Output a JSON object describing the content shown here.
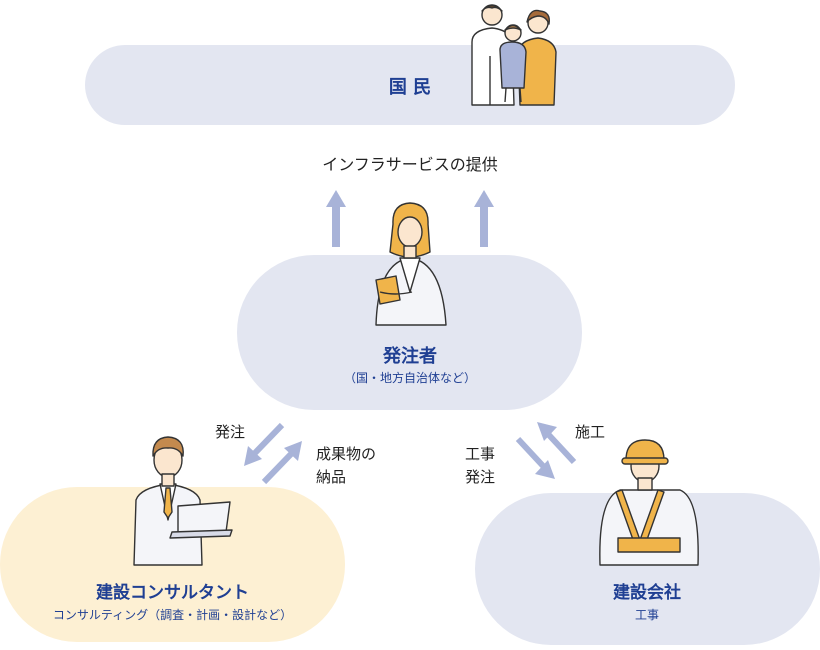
{
  "nodes": {
    "citizens": {
      "title": "国 民"
    },
    "orderer": {
      "title": "発注者",
      "subtitle": "（国・地方自治体など）"
    },
    "consultant": {
      "title": "建設コンサルタント",
      "subtitle": "コンサルティング（調査・計画・設計など）"
    },
    "contractor": {
      "title": "建設会社",
      "subtitle": "工事"
    }
  },
  "flows": {
    "infra_service": "インフラサービスの提供",
    "order_to_consultant": "発注",
    "deliverables_line1": "成果物の",
    "deliverables_line2": "納品",
    "construction_order_line1": "工事",
    "construction_order_line2": "発注",
    "construction": "施工"
  },
  "colors": {
    "node_fill": "#e3e6f1",
    "consultant_fill": "#fdf0d3",
    "arrow": "#a8b3d8",
    "title_text": "#1f3f93",
    "accent_yellow": "#f0b44a"
  },
  "icons": [
    "family-illustration",
    "orderer-woman-illustration",
    "consultant-man-illustration",
    "construction-worker-illustration",
    "up-arrow-icon",
    "diagonal-arrow-icon"
  ]
}
